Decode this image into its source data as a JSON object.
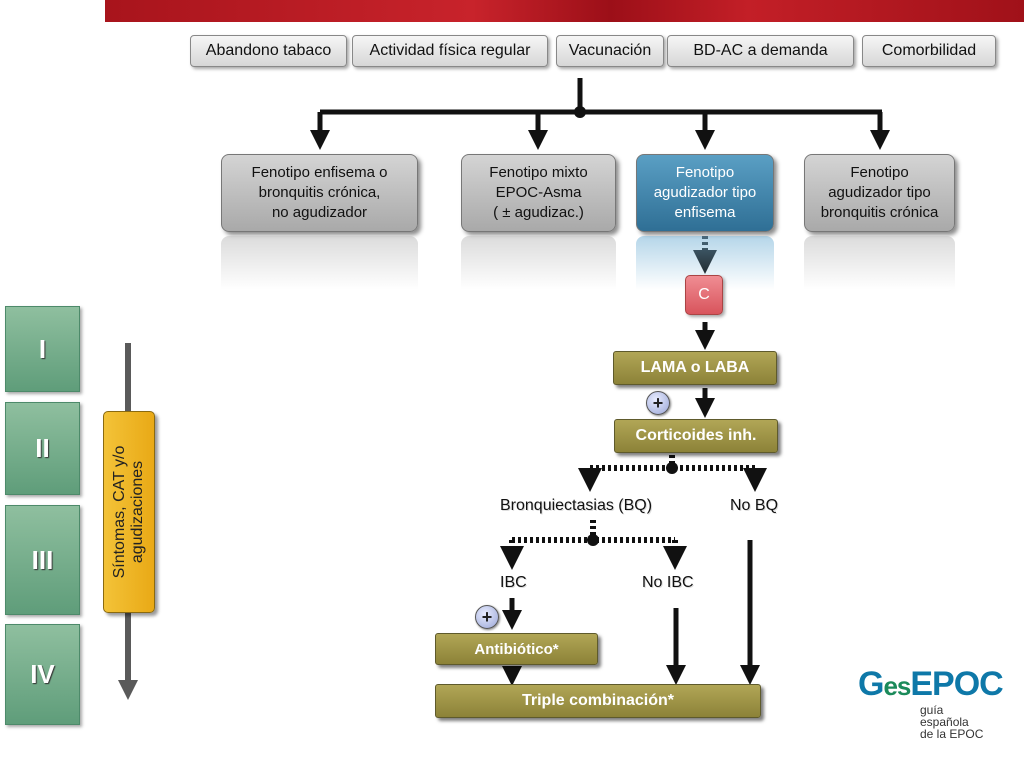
{
  "top_actions": [
    "Abandono tabaco",
    "Actividad física regular",
    "Vacunación",
    "BD-AC a demanda",
    "Comorbilidad"
  ],
  "phenotypes": [
    "Fenotipo enfisema o\nbronquitis crónica,\nno agudizador",
    "Fenotipo mixto\nEPOC-Asma\n( ± agudizac.)",
    "Fenotipo\nagudizador tipo\nenfisema",
    "Fenotipo\nagudizador tipo\nbronquitis crónica"
  ],
  "c_label": "C",
  "stages": [
    "I",
    "II",
    "III",
    "IV"
  ],
  "symptoms_label": "Síntomas, CAT y/o\nagudizaciones",
  "treatment": {
    "lama_laba": "LAMA o LABA",
    "corticoides": "Corticoides inh.",
    "bronquiectasias": "Bronquiectasias (BQ)",
    "no_bq": "No BQ",
    "ibc": "IBC",
    "no_ibc": "No IBC",
    "antibiotico": "Antibiótico*",
    "triple": "Triple combinación*",
    "plus": "+"
  },
  "logo": {
    "g": "G",
    "es": "es",
    "epoc": "EPOC",
    "sub": "guía\nespañola\nde la EPOC"
  },
  "colors": {
    "banner": "#b3161f",
    "stage_green": "#6fa887",
    "highlight_blue": "#3e83ab",
    "olive": "#9b9145",
    "c_pink": "#e46e75",
    "symptoms_yellow": "#eeb72a"
  }
}
